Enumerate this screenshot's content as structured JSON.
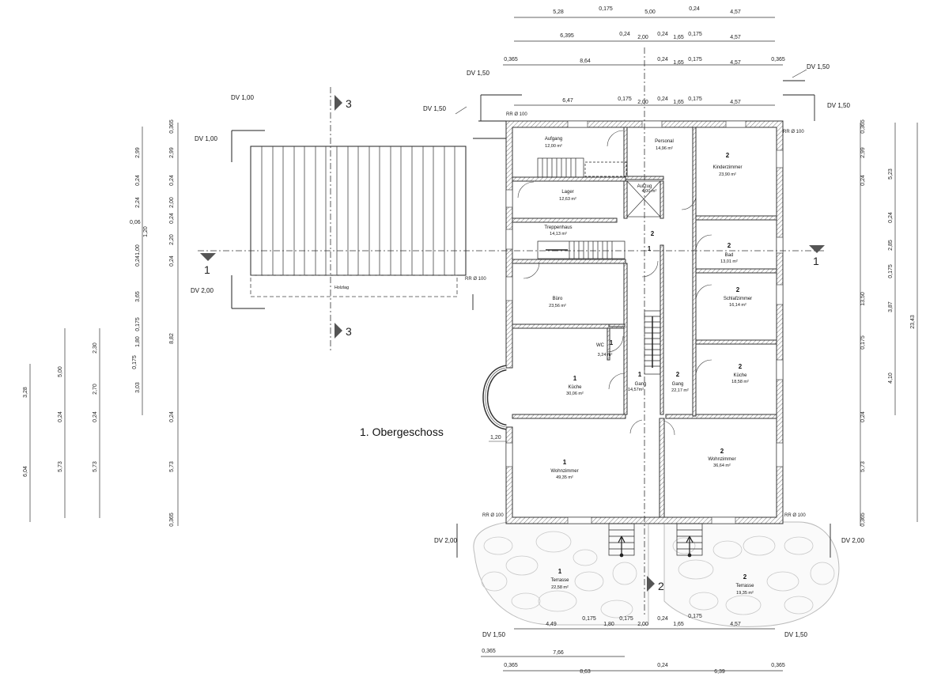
{
  "title": "1. Obergeschoss",
  "rooms": [
    {
      "num": "",
      "name": "Aufgang",
      "area": "12,00 m²"
    },
    {
      "num": "",
      "name": "Personal",
      "area": "14,96 m²"
    },
    {
      "num": "2",
      "name": "Kinderzimmer",
      "area": "23,90 m²"
    },
    {
      "num": "",
      "name": "Lager",
      "area": "12,63 m²"
    },
    {
      "num": "",
      "name": "Aufzug",
      "area": "4,00 m²"
    },
    {
      "num": "",
      "name": "Treppenhaus",
      "area": "14,13 m²"
    },
    {
      "num": "2",
      "name": "Bad",
      "area": "13,01 m²"
    },
    {
      "num": "",
      "name": "Büro",
      "area": "23,56 m²"
    },
    {
      "num": "2",
      "name": "Schlafzimmer",
      "area": "16,14 m²"
    },
    {
      "num": "1",
      "name": "WC",
      "area": "3,24 m²"
    },
    {
      "num": "1",
      "name": "Küche",
      "area": "30,06 m²"
    },
    {
      "num": "1",
      "name": "Gang",
      "area": "14,57m²"
    },
    {
      "num": "2",
      "name": "Gang",
      "area": "22,17 m²"
    },
    {
      "num": "2",
      "name": "Küche",
      "area": "18,58 m²"
    },
    {
      "num": "1",
      "name": "Wohnzimmer",
      "area": "49,35 m²"
    },
    {
      "num": "2",
      "name": "Wohnzimmer",
      "area": "36,64 m²"
    },
    {
      "num": "1",
      "name": "Terrasse",
      "area": "22,58 m²"
    },
    {
      "num": "2",
      "name": "Terrasse",
      "area": "19,35 m²"
    }
  ],
  "stair_labels": [
    "2",
    "1"
  ],
  "woodstore": "Holzlag",
  "rr_labels": [
    "RR Ø 100",
    "RR Ø 100",
    "RR Ø 100",
    "RR Ø 100",
    "RR Ø 100"
  ],
  "dv_labels": [
    "DV 1,50",
    "DV 1,50",
    "DV 1,00",
    "DV 1,00",
    "DV 2,00",
    "DV 2,00",
    "DV 2,00",
    "DV 1,50",
    "DV 1,50",
    "DV 1,50"
  ],
  "sections": [
    "1",
    "1",
    "2",
    "3",
    "3"
  ],
  "dims_top": [
    [
      "5,28",
      "0,175",
      "5,00",
      "0,24",
      "4,57"
    ],
    [
      "6,395",
      "0,24",
      "2,00",
      "0,24",
      "1,65",
      "0,175",
      "4,57"
    ],
    [
      "0,365",
      "8,64",
      "0,24",
      "1,65",
      "0,175",
      "4,57",
      "0,365"
    ],
    [
      "6,47",
      "0,175",
      "2,00",
      "0,24",
      "1,65",
      "0,175",
      "4,57"
    ]
  ],
  "dims_bottom": [
    [
      "4,49",
      "0,175",
      "1,80",
      "0,175",
      "2,00",
      "0,24",
      "1,65",
      "0,175",
      "4,57"
    ],
    [
      "0,365",
      "7,66"
    ],
    [
      "0,365",
      "8,63",
      "0,24",
      "6,39",
      "0,365"
    ]
  ],
  "dims_left_1": [
    "3,28",
    "6,04"
  ],
  "dims_left_2": [
    "5,00",
    "0,24",
    "5,73"
  ],
  "dims_left_3": [
    "2,30",
    "2,70",
    "0,24",
    "5,73"
  ],
  "dims_left_4": [
    "2,99",
    "0,24",
    "2,24",
    "0,06",
    "1,20",
    "1,00",
    "0,24",
    "3,65",
    "0,175",
    "1,80",
    "0,175",
    "3,03"
  ],
  "dims_left_5": [
    "0,365",
    "2,99",
    "0,24",
    "2,00",
    "0,24",
    "2,20",
    "0,24",
    "8,82",
    "0,24",
    "5,73",
    "0,365"
  ],
  "dims_right_1": [
    "0,365",
    "2,99",
    "0,24",
    "2,85",
    "0,175",
    "3,87",
    "0,175",
    "4,10",
    "0,24",
    "5,73",
    "0,365"
  ],
  "dims_right_2": [
    "5,23",
    "0,24",
    "13,50"
  ],
  "dims_right_3": [
    "23,43"
  ]
}
